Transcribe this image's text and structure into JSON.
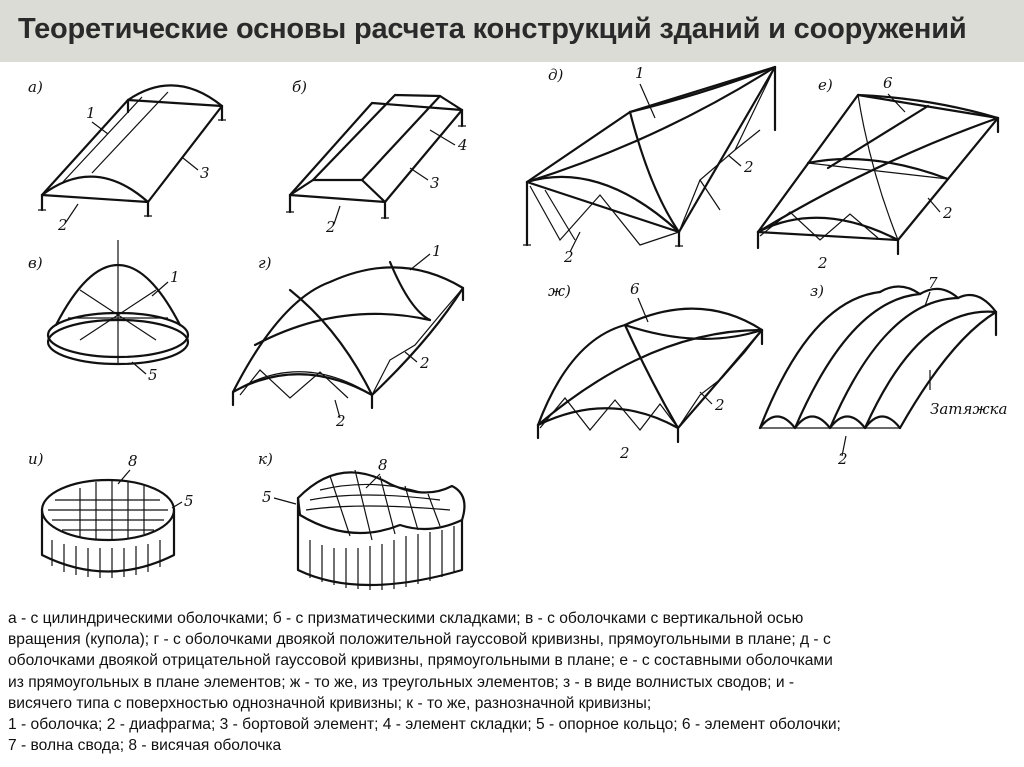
{
  "title": "Теоретические основы расчета конструкций зданий и сооружений",
  "figure": {
    "panels": {
      "a": "а)",
      "b": "б)",
      "v": "в)",
      "g": "г)",
      "d": "д)",
      "e": "е)",
      "zh": "ж)",
      "z": "з)",
      "i": "и)",
      "k": "к)"
    },
    "numbers": {
      "n1": "1",
      "n2": "2",
      "n3": "3",
      "n4": "4",
      "n5": "5",
      "n6": "6",
      "n7": "7",
      "n8": "8"
    },
    "tie_label": "Затяжка"
  },
  "caption": {
    "lines": [
      "а - с цилиндрическими оболочками; б - с призматическими складками; в - с оболочками с вертикальной осью",
      "вращения (купола); г - с оболочками двоякой положительной гауссовой кривизны, прямоугольными в плане; д - с",
      "оболочками двоякой отрицательной гауссовой кривизны, прямоугольными в плане; е - с составными оболочками",
      "из прямоугольных в плане элементов; ж - то же, из треугольных элементов; з - в виде волнистых сводов; и -",
      "висячего типа с поверхностью однозначной кривизны; к - то же, разнозначной кривизны;",
      "1 - оболочка; 2 - диафрагма; 3 - бортовой элемент; 4 - элемент складки; 5 - опорное кольцо; 6 - элемент оболочки;",
      "7 - волна свода; 8 - висячая оболочка"
    ]
  }
}
